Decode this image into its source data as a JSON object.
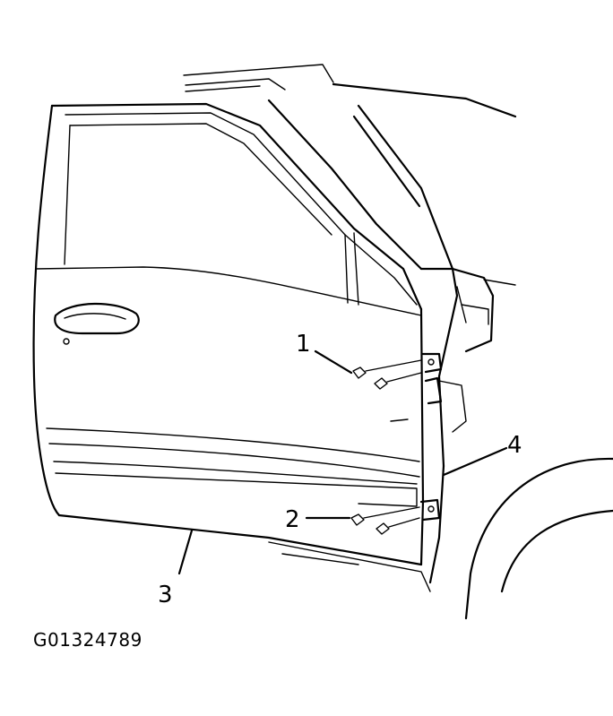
{
  "callouts": {
    "c1": "1",
    "c2": "2",
    "c3": "3",
    "c4": "4"
  },
  "figure_id": "G01324789"
}
